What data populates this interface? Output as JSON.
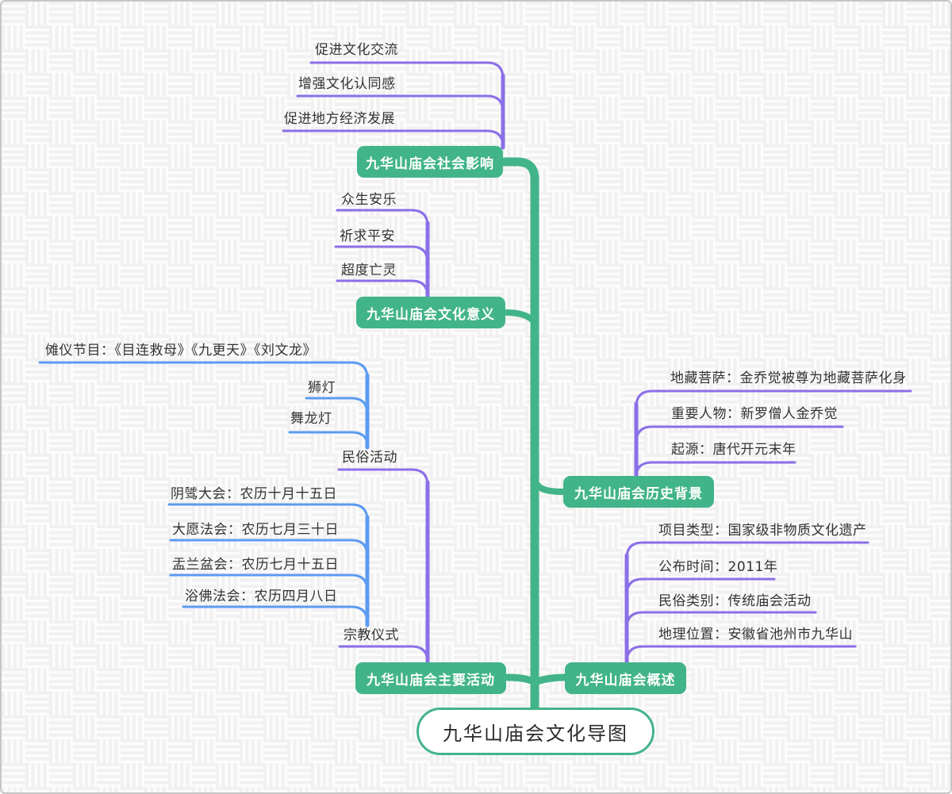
{
  "mindmap": {
    "root": {
      "label": "九华山庙会文化导图"
    },
    "colors": {
      "main_node_fill": "#42b489",
      "main_node_text": "#ffffff",
      "trunk_green": "#42b489",
      "branch_purple": "#8b6fe8",
      "branch_blue": "#5b9bf2",
      "leaf_text": "#333333",
      "root_border": "#42b489",
      "background": "#fcfcfc",
      "pattern_stripe": "#f1f1f1"
    },
    "branches": [
      {
        "label": "九华山庙会社会影响",
        "children": [
          {
            "label": "促进文化交流"
          },
          {
            "label": "增强文化认同感"
          },
          {
            "label": "促进地方经济发展"
          }
        ]
      },
      {
        "label": "九华山庙会文化意义",
        "children": [
          {
            "label": "众生安乐"
          },
          {
            "label": "祈求平安"
          },
          {
            "label": "超度亡灵"
          }
        ]
      },
      {
        "label": "九华山庙会历史背景",
        "children": [
          {
            "label": "地藏菩萨：金乔觉被尊为地藏菩萨化身"
          },
          {
            "label": "重要人物：新罗僧人金乔觉"
          },
          {
            "label": "起源：唐代开元末年"
          }
        ]
      },
      {
        "label": "九华山庙会主要活动",
        "children": [
          {
            "label": "民俗活动",
            "children": [
              {
                "label": "傩仪节目：《目连救母》《九更天》《刘文龙》"
              },
              {
                "label": "狮灯"
              },
              {
                "label": "舞龙灯"
              }
            ]
          },
          {
            "label": "宗教仪式",
            "children": [
              {
                "label": "阴骘大会：农历十月十五日"
              },
              {
                "label": "大愿法会：农历七月三十日"
              },
              {
                "label": "盂兰盆会：农历七月十五日"
              },
              {
                "label": "浴佛法会：农历四月八日"
              }
            ]
          }
        ]
      },
      {
        "label": "九华山庙会概述",
        "children": [
          {
            "label": "项目类型：国家级非物质文化遗产"
          },
          {
            "label": "公布时间：2011年"
          },
          {
            "label": "民俗类别：传统庙会活动"
          },
          {
            "label": "地理位置：安徽省池州市九华山"
          }
        ]
      }
    ]
  }
}
